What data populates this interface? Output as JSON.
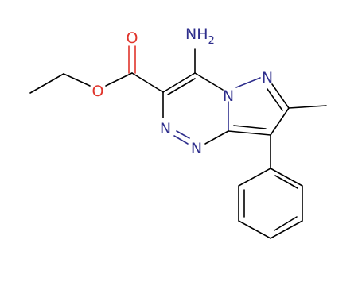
{
  "colors": {
    "nitrogen": "#2e2e8c",
    "oxygen": "#e0342b",
    "carbon": "#000000",
    "background": "#ffffff"
  },
  "atoms": {
    "amine_n": "NH",
    "amine_sub": "2",
    "carbonyl_o": "O",
    "ester_o": "O",
    "ring_n_bridge": "N",
    "ring_n_pyrazole": "N",
    "ring_n_triazine_a": "N",
    "ring_n_triazine_b": "N"
  }
}
